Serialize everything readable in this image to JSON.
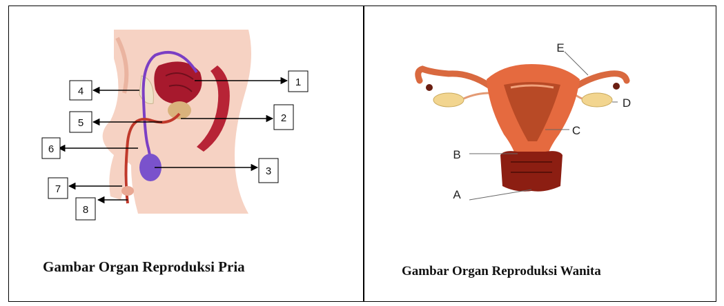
{
  "male": {
    "caption": "Gambar Organ Reproduksi Pria",
    "labels": [
      "1",
      "2",
      "3",
      "4",
      "5",
      "6",
      "7",
      "8"
    ]
  },
  "female": {
    "caption": "Gambar Organ Reproduksi Wanita",
    "labels": [
      "A",
      "B",
      "C",
      "D",
      "E"
    ]
  }
}
